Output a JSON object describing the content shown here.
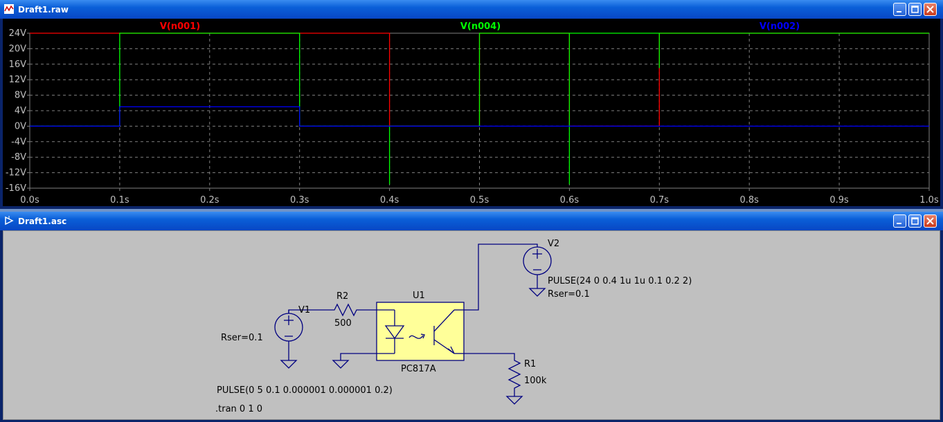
{
  "raw_window": {
    "title": "Draft1.raw",
    "controls": {
      "minimize": "minimize",
      "maximize": "maximize",
      "close": "close"
    }
  },
  "asc_window": {
    "title": "Draft1.asc"
  },
  "chart_data": {
    "type": "line",
    "xlabel": "",
    "ylabel": "",
    "x_ticks": [
      "0.0s",
      "0.1s",
      "0.2s",
      "0.3s",
      "0.4s",
      "0.5s",
      "0.6s",
      "0.7s",
      "0.8s",
      "0.9s",
      "1.0s"
    ],
    "y_ticks": [
      "24V",
      "20V",
      "16V",
      "12V",
      "8V",
      "4V",
      "0V",
      "-4V",
      "-8V",
      "-12V",
      "-16V"
    ],
    "xlim": [
      0,
      1.0
    ],
    "ylim": [
      -16,
      24
    ],
    "grid": true,
    "series": [
      {
        "name": "V(n001)",
        "color": "#ff0000",
        "x": [
          0,
          0.4,
          0.4,
          0.5,
          0.5,
          0.6,
          0.6,
          0.7,
          0.7,
          1.0
        ],
        "y": [
          24,
          24,
          0,
          0,
          24,
          24,
          0,
          0,
          24,
          24
        ]
      },
      {
        "name": "V(n004)",
        "color": "#00ff00",
        "x": [
          0,
          0.1,
          0.1,
          0.3,
          0.3,
          0.4,
          0.4,
          0.4,
          0.5,
          0.5,
          0.5,
          0.6,
          0.6,
          0.6,
          0.7,
          0.7,
          0.7,
          1.0
        ],
        "y": [
          0,
          0,
          24,
          24,
          0,
          0,
          -15,
          0,
          0,
          15,
          24,
          24,
          -15,
          24,
          24,
          15,
          24,
          24
        ]
      },
      {
        "name": "V(n002)",
        "color": "#0000ff",
        "x": [
          0,
          0.1,
          0.1,
          0.3,
          0.3,
          1.0
        ],
        "y": [
          0,
          0,
          5,
          5,
          0,
          0
        ]
      }
    ]
  },
  "schematic": {
    "v1": {
      "name": "V1",
      "rser": "Rser=0.1",
      "value": "PULSE(0 5 0.1 0.000001 0.000001 0.2)"
    },
    "v2": {
      "name": "V2",
      "value": "PULSE(24 0 0.4 1u 1u 0.1 0.2 2)",
      "rser": "Rser=0.1"
    },
    "r2": {
      "name": "R2",
      "value": "500"
    },
    "r1": {
      "name": "R1",
      "value": "100k"
    },
    "u1": {
      "name": "U1",
      "part": "PC817A"
    },
    "directive": ".tran 0 1 0"
  }
}
